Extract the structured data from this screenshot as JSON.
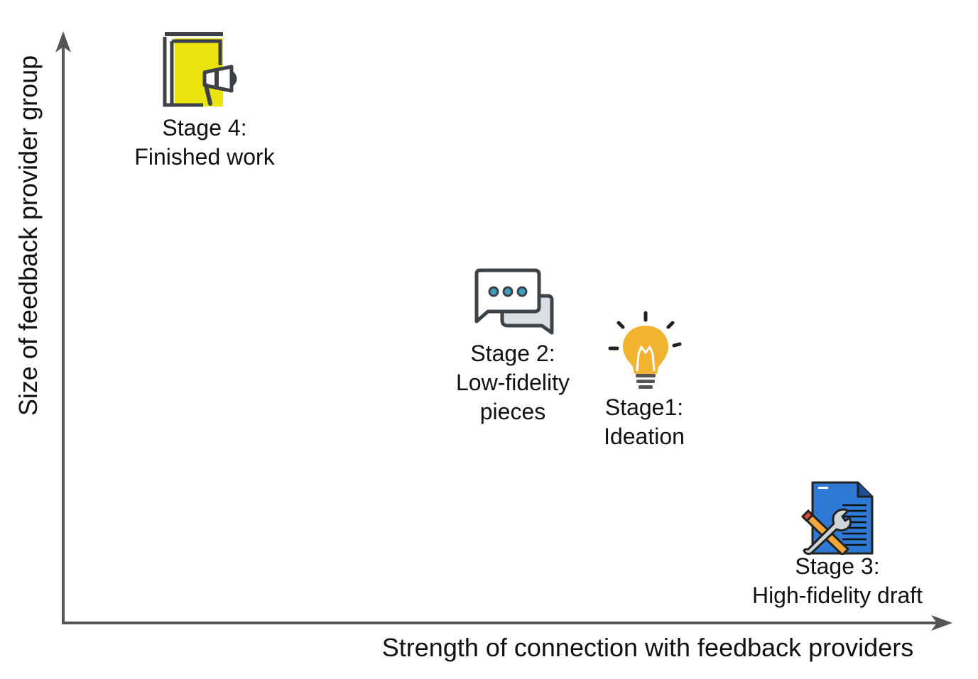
{
  "axes": {
    "x_label": "Strength of connection with feedback providers",
    "y_label": "Size of feedback provider group"
  },
  "stages": [
    {
      "id": "stage4",
      "icon": "book-megaphone-icon",
      "lines": [
        "Stage 4:",
        "Finished work"
      ]
    },
    {
      "id": "stage2",
      "icon": "chat-bubbles-icon",
      "lines": [
        "Stage 2:",
        "Low-fidelity",
        "pieces"
      ]
    },
    {
      "id": "stage1",
      "icon": "lightbulb-icon",
      "lines": [
        "Stage1:",
        "Ideation"
      ]
    },
    {
      "id": "stage3",
      "icon": "document-tools-icon",
      "lines": [
        "Stage 3:",
        "High-fidelity draft"
      ]
    }
  ],
  "colors": {
    "axis": "#555555",
    "book_fill": "#ede30f",
    "bulb_fill": "#f2b330",
    "document_fill": "#2f7ad6",
    "icon_stroke": "#3d4148"
  }
}
